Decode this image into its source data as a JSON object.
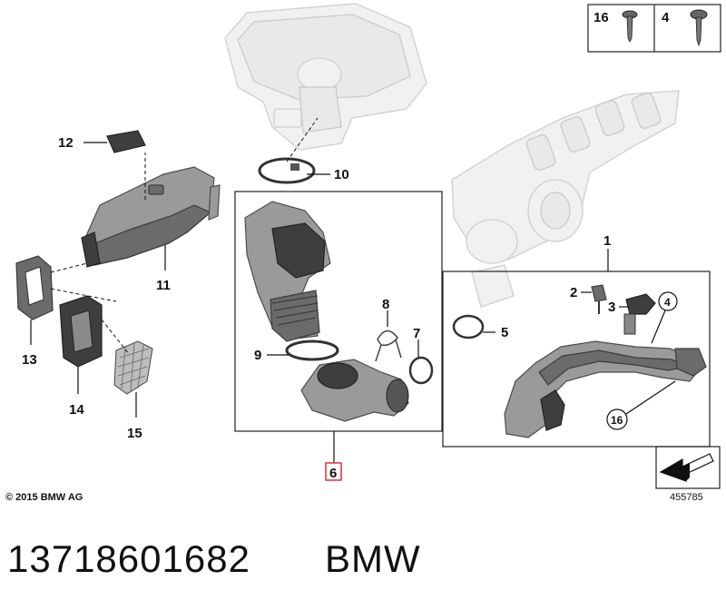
{
  "callouts": {
    "c1": "1",
    "c2": "2",
    "c3": "3",
    "c4": "4",
    "c5": "5",
    "c6": "6",
    "c7": "7",
    "c8": "8",
    "c9": "9",
    "c10": "10",
    "c11": "11",
    "c12": "12",
    "c13": "13",
    "c14": "14",
    "c15": "15",
    "c16": "16"
  },
  "legend": {
    "screw_a": "16",
    "screw_b": "4"
  },
  "copyright": "© 2015 BMW AG",
  "drawing_number": "455785",
  "part_number": "13718601682",
  "brand": "BMW",
  "highlight_color": "#e0303a"
}
